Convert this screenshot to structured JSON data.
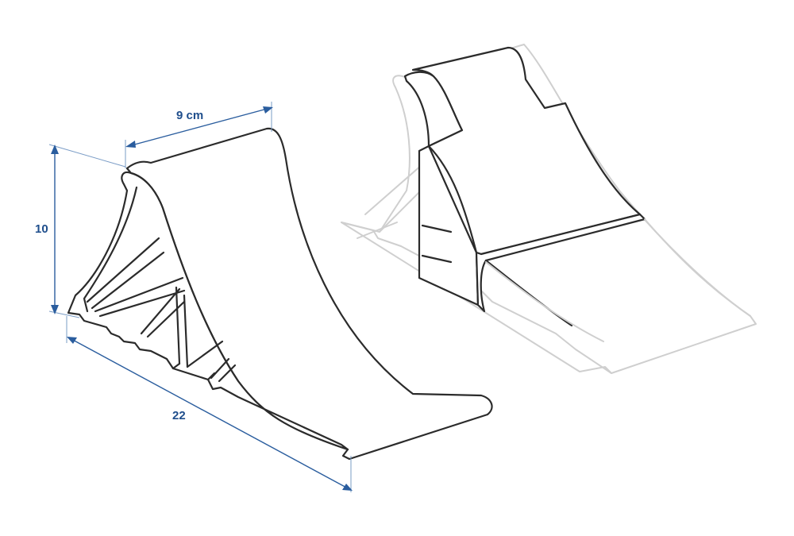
{
  "dimensions": {
    "width_label": "9 cm",
    "height_label": "10",
    "length_label": "22",
    "color": "#1f4e8c"
  },
  "figures": {
    "main_chock": "wheel-chock-outline",
    "stacked_chocks": "stacked-wheel-chocks-outline"
  }
}
